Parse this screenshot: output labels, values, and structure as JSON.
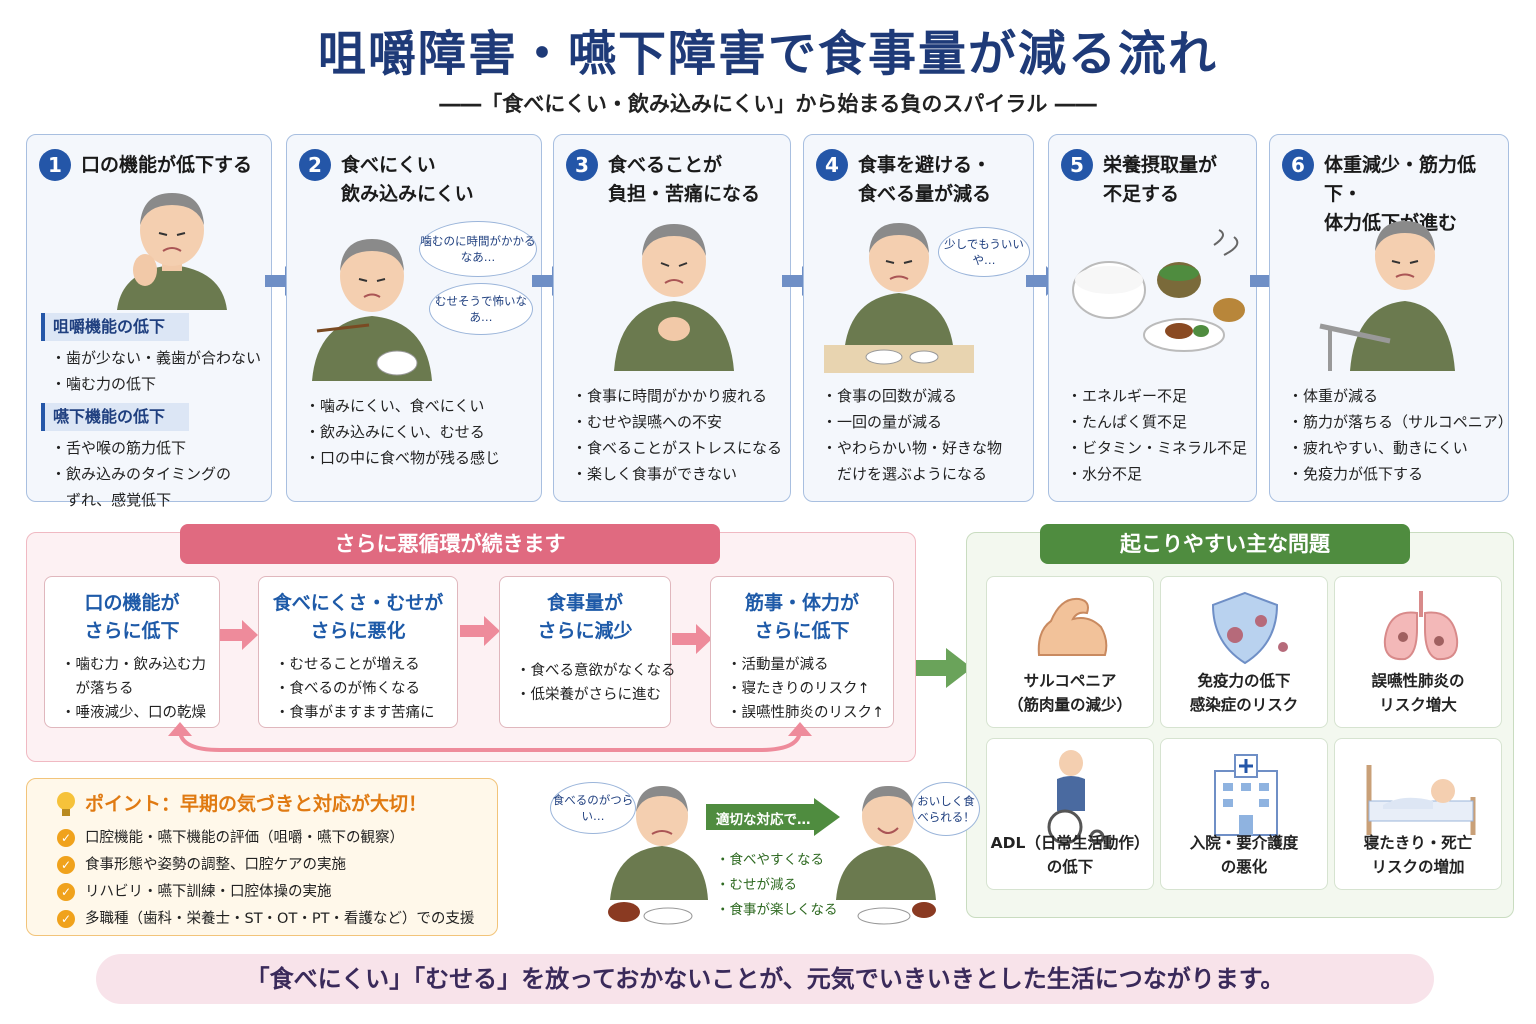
{
  "title": "咀嚼障害・嚥下障害で食事量が減る流れ",
  "subtitle": "――「食べにくい・飲み込みにくい」から始まる負のスパイラル ――",
  "steps": [
    {
      "num": "1",
      "title": [
        "口の機能が低下する"
      ],
      "groups": [
        {
          "heading": "咀嚼機能の低下",
          "items": [
            "・歯が少ない・義歯が合わない",
            "・噛む力の低下"
          ]
        },
        {
          "heading": "嚥下機能の低下",
          "items": [
            "・舌や喉の筋力低下",
            "・飲み込みのタイミングの",
            "　ずれ、感覚低下"
          ]
        }
      ]
    },
    {
      "num": "2",
      "title": [
        "食べにくい",
        "飲み込みにくい"
      ],
      "bubbles": [
        "噛むのに時間がかかるなあ…",
        "むせそうで怖いなあ…"
      ],
      "items": [
        "・噛みにくい、食べにくい",
        "・飲み込みにくい、むせる",
        "・口の中に食べ物が残る感じ"
      ]
    },
    {
      "num": "3",
      "title": [
        "食べることが",
        "負担・苦痛になる"
      ],
      "items": [
        "・食事に時間がかかり疲れる",
        "・むせや誤嚥への不安",
        "・食べることがストレスになる",
        "・楽しく食事ができない"
      ]
    },
    {
      "num": "4",
      "title": [
        "食事を避ける・",
        "食べる量が減る"
      ],
      "bubbles": [
        "少しでもういいや…"
      ],
      "items": [
        "・食事の回数が減る",
        "・一回の量が減る",
        "・やわらかい物・好きな物",
        "　だけを選ぶようになる"
      ]
    },
    {
      "num": "5",
      "title": [
        "栄養摂取量が",
        "不足する"
      ],
      "items": [
        "・エネルギー不足",
        "・たんぱく質不足",
        "・ビタミン・ミネラル不足",
        "・水分不足"
      ]
    },
    {
      "num": "6",
      "title": [
        "体重減少・筋力低下・",
        "体力低下が進む"
      ],
      "items": [
        "・体重が減る",
        "・筋力が落ちる（サルコペニア）",
        "・疲れやすい、動きにくい",
        "・免疫力が低下する"
      ]
    }
  ],
  "cycle": {
    "heading": "さらに悪循環が続きます",
    "boxes": [
      {
        "title": [
          "口の機能が",
          "さらに低下"
        ],
        "items": [
          "・噛む力・飲み込む力",
          "　が落ちる",
          "・唾液減少、口の乾燥"
        ]
      },
      {
        "title": [
          "食べにくさ・むせが",
          "さらに悪化"
        ],
        "items": [
          "・むせることが増える",
          "・食べるのが怖くなる",
          "・食事がますます苦痛に"
        ]
      },
      {
        "title": [
          "食事量が",
          "さらに減少"
        ],
        "items": [
          "・食べる意欲がなくなる",
          "・低栄養がさらに進む"
        ]
      },
      {
        "title": [
          "筋事・体力が",
          "さらに低下"
        ],
        "items": [
          "・活動量が減る",
          "・寝たきりのリスク↑",
          "・誤嚥性肺炎のリスク↑"
        ]
      }
    ]
  },
  "problems": {
    "heading": "起こりやすい主な問題",
    "cards": [
      {
        "icon": "muscle-arm-icon",
        "label": [
          "サルコペニア",
          "（筋肉量の減少）"
        ]
      },
      {
        "icon": "immune-shield-icon",
        "label": [
          "免疫力の低下",
          "感染症のリスク"
        ]
      },
      {
        "icon": "lungs-icon",
        "label": [
          "誤嚥性肺炎の",
          "リスク増大"
        ]
      },
      {
        "icon": "wheelchair-icon",
        "label": [
          "ADL（日常生活動作）",
          "の低下"
        ]
      },
      {
        "icon": "hospital-icon",
        "label": [
          "入院・要介護度",
          "の悪化"
        ]
      },
      {
        "icon": "bedridden-icon",
        "label": [
          "寝たきり・死亡",
          "リスクの増加"
        ]
      }
    ]
  },
  "point": {
    "heading": "ポイント：早期の気づきと対応が大切！",
    "items": [
      "口腔機能・嚥下機能の評価（咀嚼・嚥下の観察）",
      "食事形態や姿勢の調整、口腔ケアの実施",
      "リハビリ・嚥下訓練・口腔体操の実施",
      "多職種（歯科・栄養士・ST・OT・PT・看護など）での支援"
    ]
  },
  "care": {
    "before_bubble": "食べるのがつらい…",
    "arrow_label": "適切な対応で…",
    "after_bubble": "おいしく食べられる！",
    "benefits": [
      "・食べやすくなる",
      "・むせが減る",
      "・食事が楽しくなる"
    ]
  },
  "footer": "「食べにくい」「むせる」を放っておかないことが、元気でいきいきとした生活につながります。",
  "colors": {
    "navy": "#1e3a78",
    "blue": "#2456a8",
    "pink": "#e06a80",
    "green": "#4f8c3f",
    "orange": "#e07a12"
  }
}
